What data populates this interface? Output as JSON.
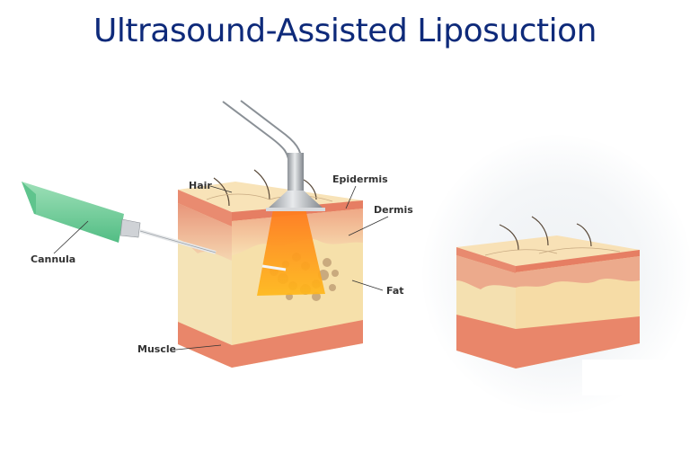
{
  "title": "Ultrasound-Assisted Liposuction",
  "labels": {
    "hair": "Hair",
    "epidermis": "Epidermis",
    "dermis": "Dermis",
    "cannula": "Cannula",
    "fat": "Fat",
    "muscle": "Muscle"
  },
  "colors": {
    "title": "#0e2a7a",
    "label_text": "#333333",
    "cannula_green": "#6fcf97",
    "skin_top": "#f6dcae",
    "epidermis": "#e9836a",
    "dermis": "#f0b08e",
    "fat": "#f7e2ad",
    "muscle": "#e9866a",
    "ultrasound_beam": "#ff9a2a",
    "fat_cells": "#c7a77a",
    "probe_metal": "#a8adb3"
  },
  "panels": [
    {
      "name": "during-procedure",
      "description": "Skin cross-section with ultrasound probe and cannula inserted into fat layer"
    },
    {
      "name": "after-procedure",
      "description": "Skin cross-section after fat removal"
    }
  ]
}
